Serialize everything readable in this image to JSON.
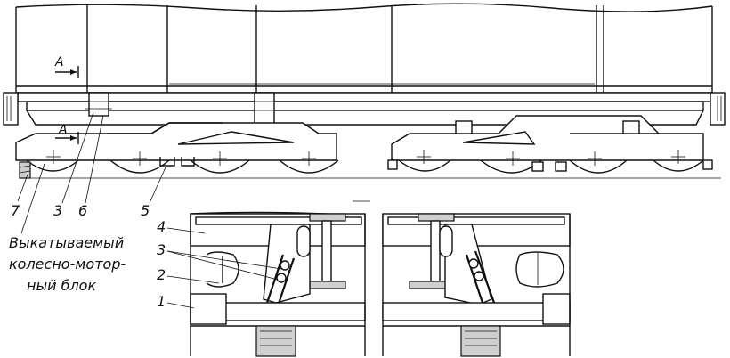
{
  "figure": {
    "section_marker_top": "А",
    "section_marker_mid": "А",
    "callouts_main": [
      "7",
      "3",
      "6",
      "5"
    ],
    "callouts_detail": [
      "4",
      "3",
      "2",
      "1"
    ],
    "caption_lines": [
      "Выкатываемый",
      "колесно-мотор-",
      "ный блок"
    ]
  }
}
